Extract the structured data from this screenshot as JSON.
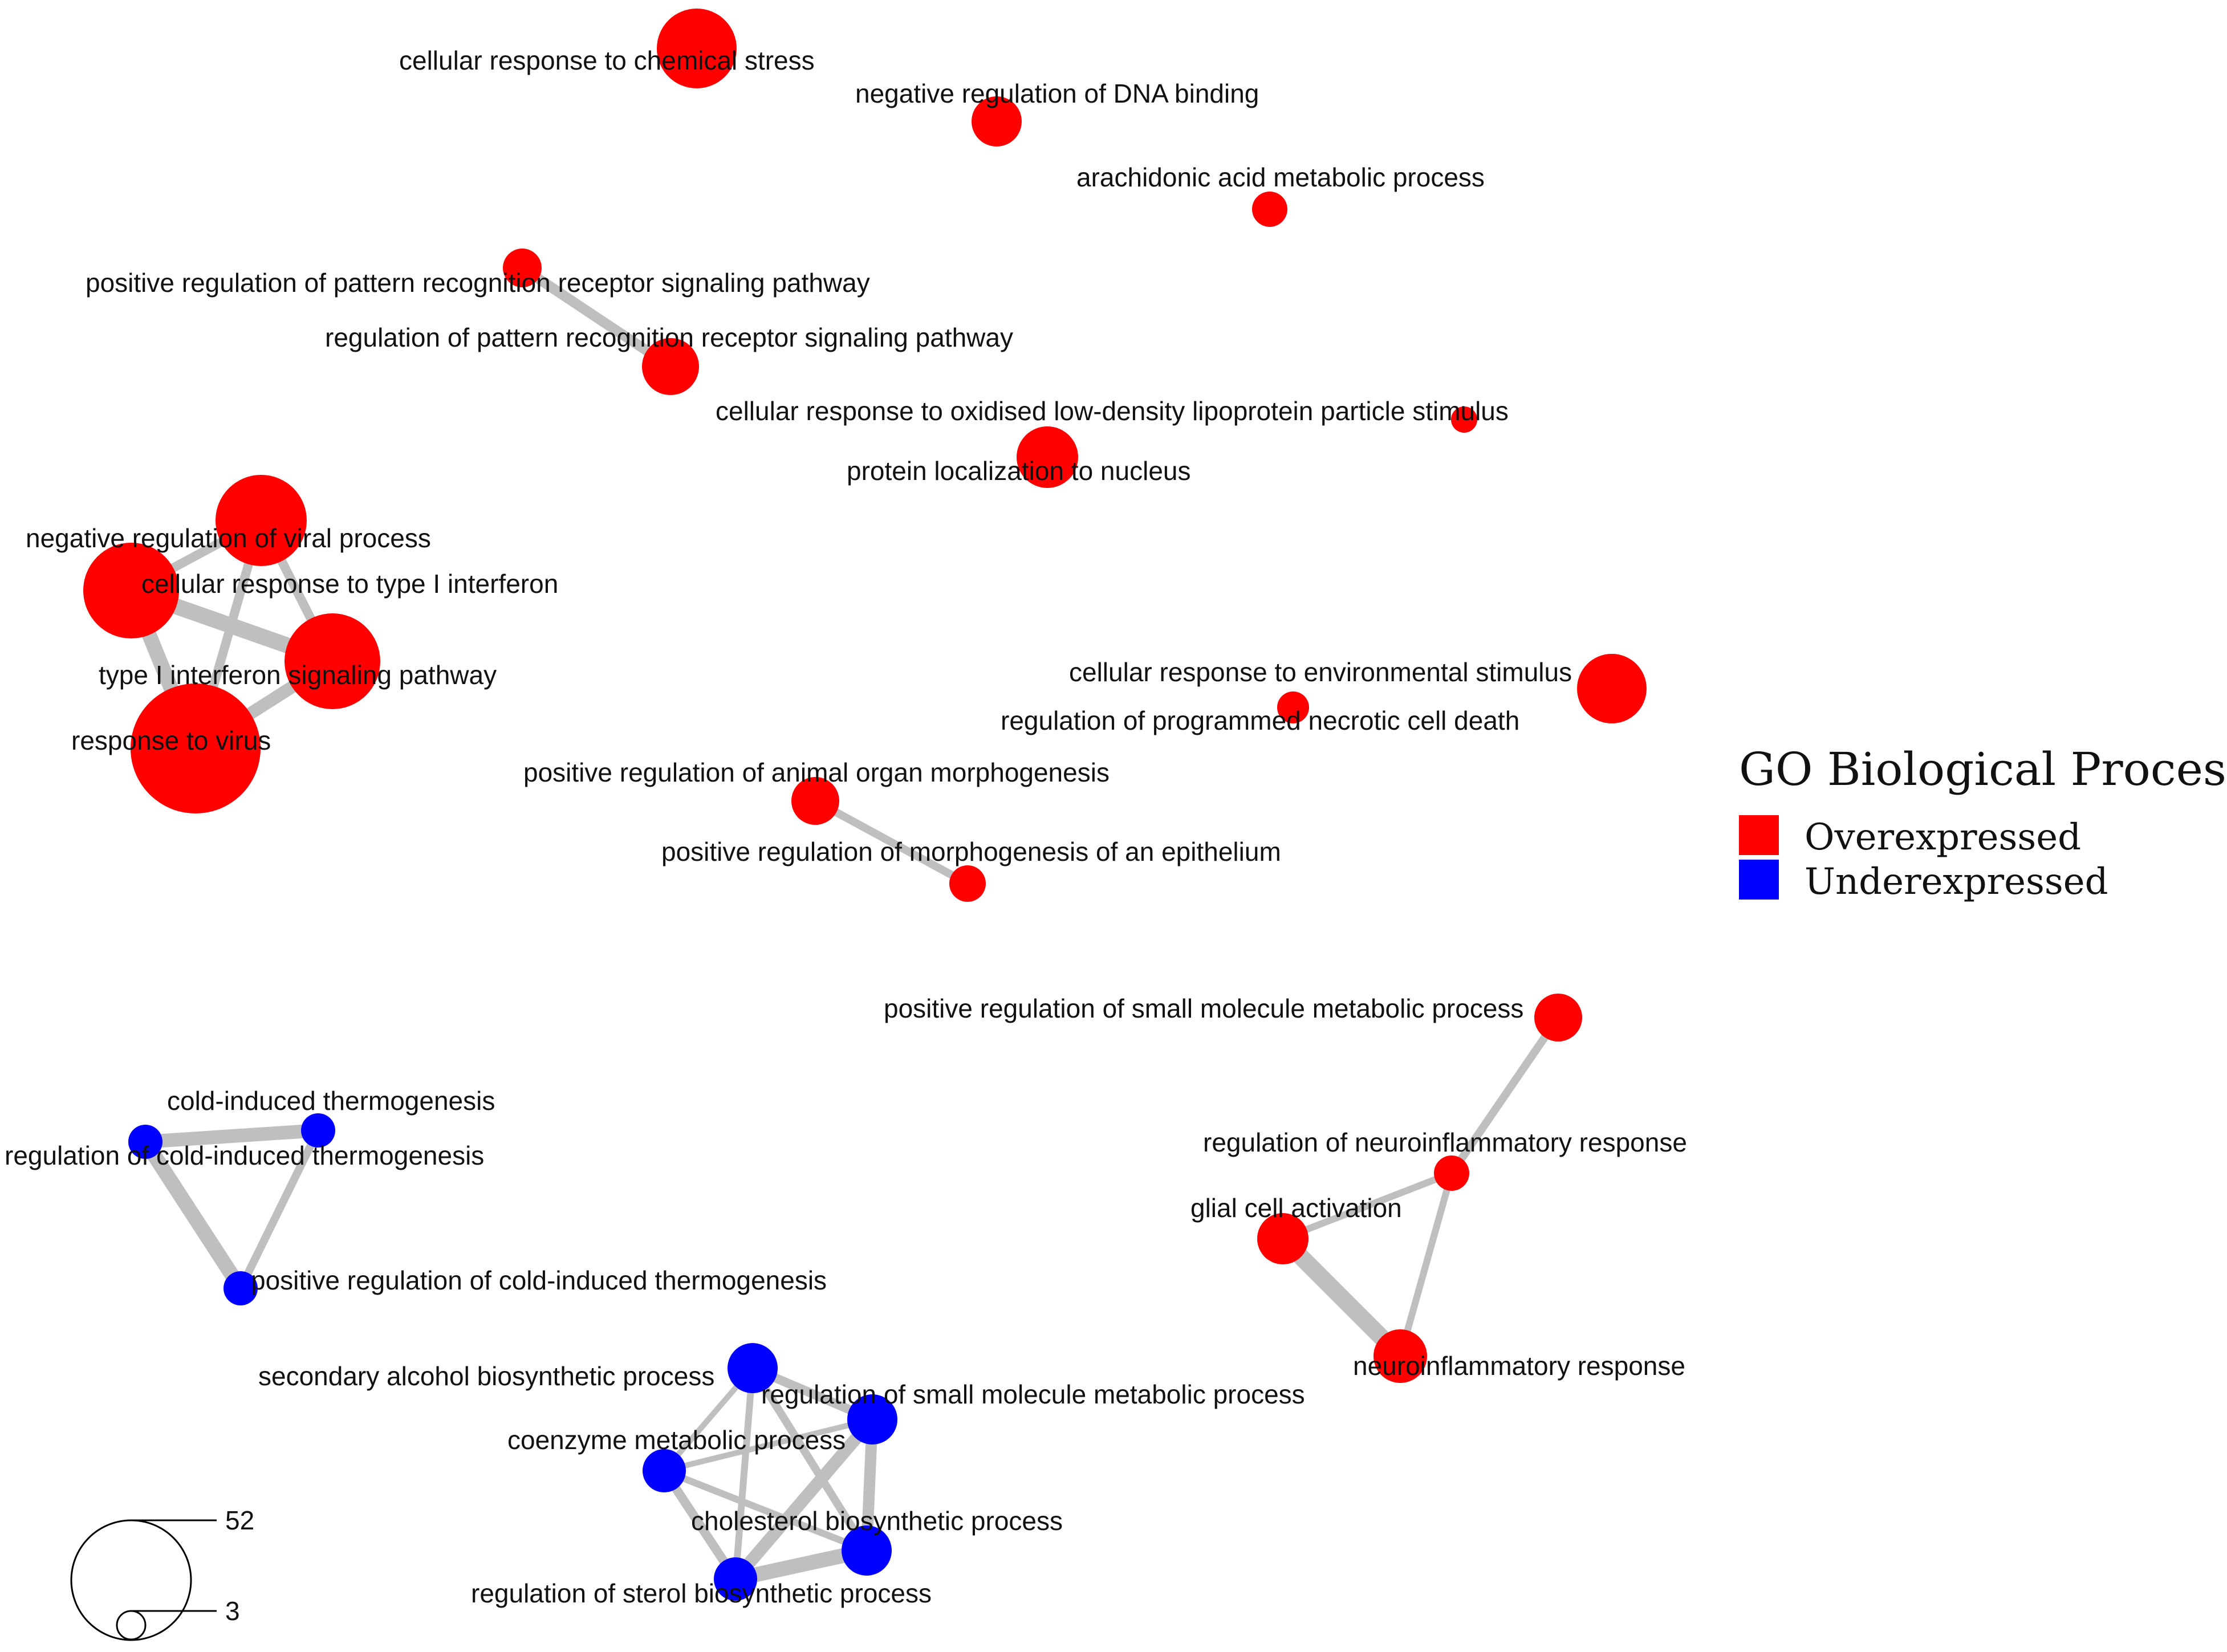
{
  "legend": {
    "title": "GO Biological Process",
    "items": [
      {
        "label": "Overexpressed",
        "color": "#ff0000"
      },
      {
        "label": "Underexpressed",
        "color": "#0000ff"
      }
    ]
  },
  "size_legend": {
    "max_label": "52",
    "min_label": "3"
  },
  "colors": {
    "over": "#ff0000",
    "under": "#0000ff",
    "edge": "#bfbfbf"
  },
  "nodes": [
    {
      "id": "n1",
      "label": "cellular response to chemical stress",
      "group": "over"
    },
    {
      "id": "n2",
      "label": "negative regulation of DNA binding",
      "group": "over"
    },
    {
      "id": "n3",
      "label": "arachidonic acid metabolic process",
      "group": "over"
    },
    {
      "id": "n4",
      "label": "positive regulation of pattern recognition receptor signaling pathway",
      "group": "over"
    },
    {
      "id": "n5",
      "label": "regulation of pattern recognition receptor signaling pathway",
      "group": "over"
    },
    {
      "id": "n6",
      "label": "cellular response to oxidised low-density lipoprotein particle stimulus",
      "group": "over"
    },
    {
      "id": "n7",
      "label": "protein localization to nucleus",
      "group": "over"
    },
    {
      "id": "n8",
      "label": "negative regulation of viral process",
      "group": "over"
    },
    {
      "id": "n9",
      "label": "cellular response to type I interferon",
      "group": "over"
    },
    {
      "id": "n10",
      "label": "type I interferon signaling pathway",
      "group": "over"
    },
    {
      "id": "n11",
      "label": "response to virus",
      "group": "over"
    },
    {
      "id": "n12",
      "label": "cellular response to environmental stimulus",
      "group": "over"
    },
    {
      "id": "n13",
      "label": "regulation of programmed necrotic cell death",
      "group": "over"
    },
    {
      "id": "n14",
      "label": "positive regulation of animal organ morphogenesis",
      "group": "over"
    },
    {
      "id": "n15",
      "label": "positive regulation of morphogenesis of an epithelium",
      "group": "over"
    },
    {
      "id": "n16",
      "label": "positive regulation of small molecule metabolic process",
      "group": "over"
    },
    {
      "id": "n17",
      "label": "regulation of neuroinflammatory response",
      "group": "over"
    },
    {
      "id": "n18",
      "label": "glial cell activation",
      "group": "over"
    },
    {
      "id": "n19",
      "label": "neuroinflammatory response",
      "group": "over"
    },
    {
      "id": "n20",
      "label": "cold-induced thermogenesis",
      "group": "under"
    },
    {
      "id": "n21",
      "label": "regulation of cold-induced thermogenesis",
      "group": "under"
    },
    {
      "id": "n22",
      "label": "positive regulation of cold-induced thermogenesis",
      "group": "under"
    },
    {
      "id": "n23",
      "label": "secondary alcohol biosynthetic process",
      "group": "under"
    },
    {
      "id": "n24",
      "label": "regulation of small molecule metabolic process",
      "group": "under"
    },
    {
      "id": "n25",
      "label": "coenzyme metabolic process",
      "group": "under"
    },
    {
      "id": "n26",
      "label": "cholesterol biosynthetic process",
      "group": "under"
    },
    {
      "id": "n27",
      "label": "regulation of sterol biosynthetic process",
      "group": "under"
    }
  ],
  "edges": [
    [
      "n4",
      "n5"
    ],
    [
      "n8",
      "n9"
    ],
    [
      "n8",
      "n10"
    ],
    [
      "n8",
      "n11"
    ],
    [
      "n9",
      "n10"
    ],
    [
      "n9",
      "n11"
    ],
    [
      "n10",
      "n11"
    ],
    [
      "n14",
      "n15"
    ],
    [
      "n16",
      "n17"
    ],
    [
      "n17",
      "n18"
    ],
    [
      "n17",
      "n19"
    ],
    [
      "n18",
      "n19"
    ],
    [
      "n20",
      "n21"
    ],
    [
      "n21",
      "n22"
    ],
    [
      "n20",
      "n22"
    ],
    [
      "n23",
      "n24"
    ],
    [
      "n23",
      "n25"
    ],
    [
      "n23",
      "n26"
    ],
    [
      "n23",
      "n27"
    ],
    [
      "n24",
      "n25"
    ],
    [
      "n24",
      "n26"
    ],
    [
      "n24",
      "n27"
    ],
    [
      "n25",
      "n26"
    ],
    [
      "n25",
      "n27"
    ],
    [
      "n26",
      "n27"
    ]
  ]
}
